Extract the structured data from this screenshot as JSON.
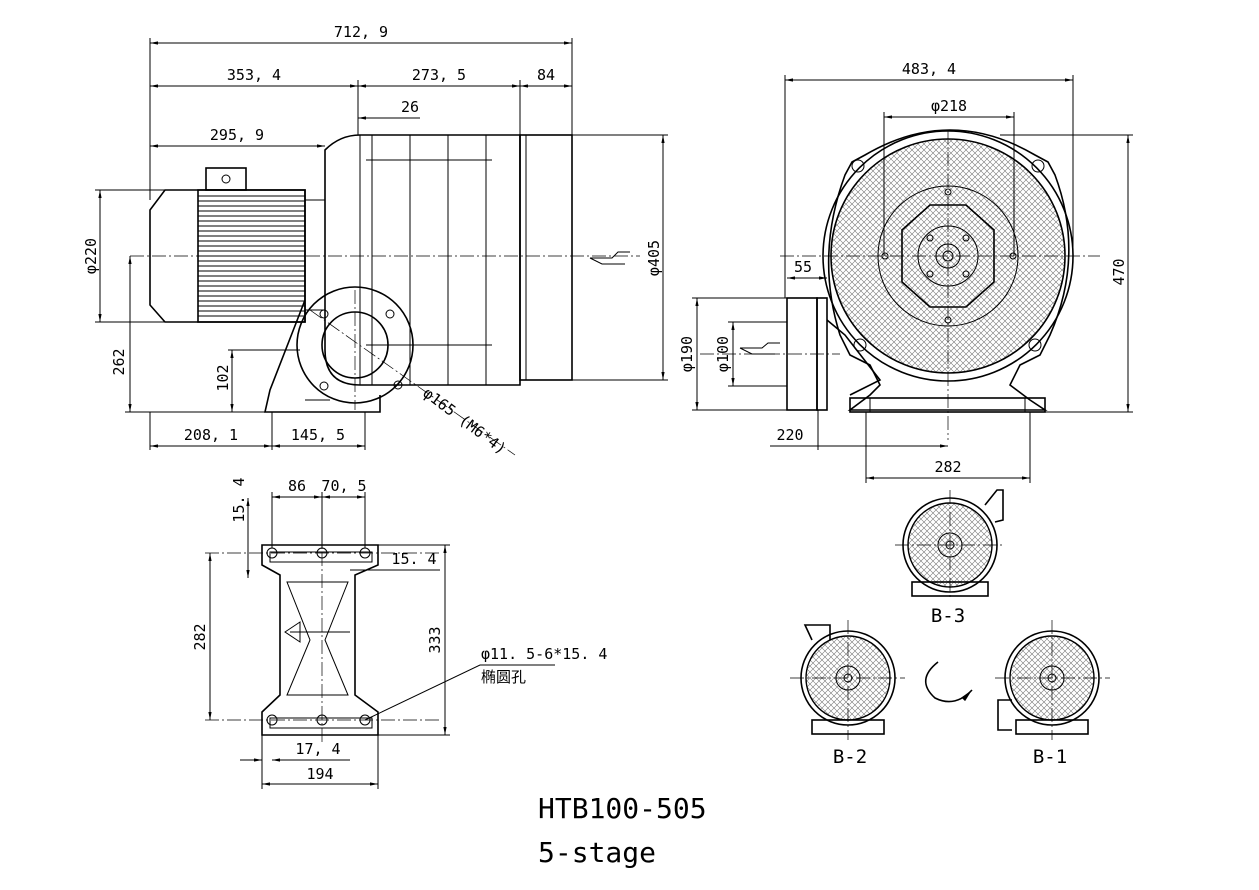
{
  "model": "HTB100-505",
  "stage": "5-stage",
  "side_view": {
    "dims": {
      "overall_length": "712, 9",
      "motor_to_inlet": "353, 4",
      "body_length": "273, 5",
      "outlet_length": "84",
      "flange_offset": "26",
      "motor_length": "295, 9",
      "motor_diameter": "φ220",
      "center_height": "262",
      "outlet_height": "102",
      "base_front": "208, 1",
      "base_rear": "145, 5",
      "inlet_diameter": "φ405",
      "flange_pcd": "φ165 (M6*4)"
    }
  },
  "front_view": {
    "dims": {
      "overall_width": "483, 4",
      "pcd": "φ218",
      "height": "470",
      "flange_depth": "55",
      "flange_outer": "φ190",
      "flange_inner": "φ100",
      "outlet_offset": "220",
      "base_span": "282"
    }
  },
  "base_view": {
    "dims": {
      "top_offset": "15. 4",
      "hole_spacing_1": "86",
      "hole_spacing_2": "70, 5",
      "slot_offset": "15. 4",
      "hole_pitch": "282",
      "base_length": "333",
      "edge_offset": "17, 4",
      "base_width": "194"
    },
    "hole_note": "φ11. 5-6*15. 4",
    "hole_note_cn": "椭圆孔"
  },
  "orientations": {
    "b3": "B-3",
    "b2": "B-2",
    "b1": "B-1"
  }
}
